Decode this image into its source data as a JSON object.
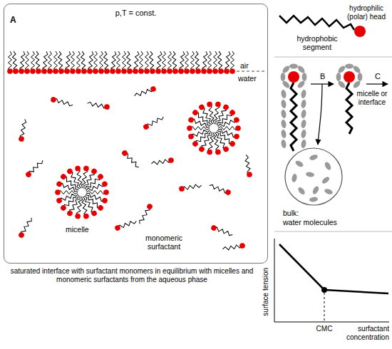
{
  "diagram": {
    "caption": "saturated interface with surfactant monomers in equilibrium with micelles and monomeric surfactants from the aqueous phase",
    "nodes": [
      {
        "text": [
          "p,T = const."
        ]
      },
      {
        "text": [
          "bulk:",
          "water molecules"
        ]
      }
    ],
    "labels": [
      "A",
      "air",
      "water",
      "micelle",
      "monomeric surfactant",
      "hydrophobic segment",
      "hydrophilic (polar) head",
      "B",
      "C",
      "micelle or interface",
      "surface tension",
      "CMC",
      "surfactant concentration"
    ]
  }
}
